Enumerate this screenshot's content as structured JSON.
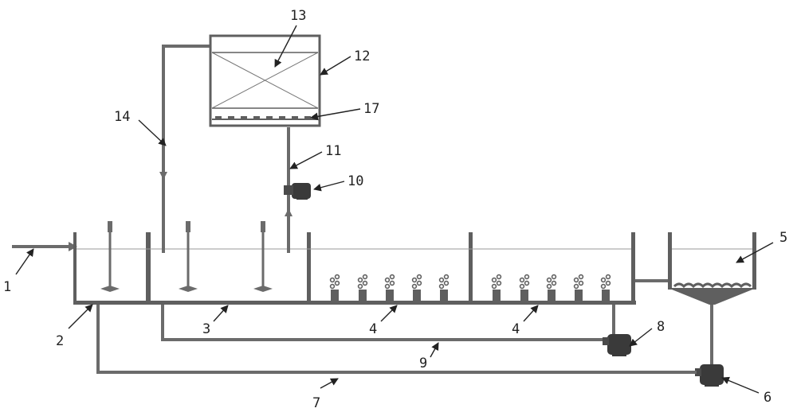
{
  "labels": {
    "n1": "1",
    "n2": "2",
    "n3": "3",
    "n4a": "4",
    "n4b": "4",
    "n5": "5",
    "n6": "6",
    "n7": "7",
    "n8": "8",
    "n9": "9",
    "n10": "10",
    "n11": "11",
    "n12": "12",
    "n13": "13",
    "n14": "14",
    "n17": "17"
  }
}
